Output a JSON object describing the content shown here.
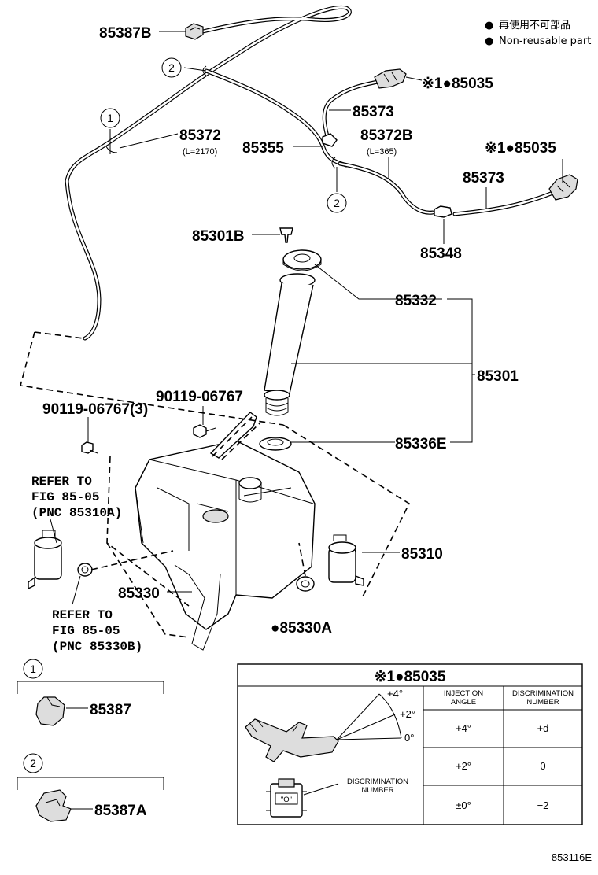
{
  "legend": {
    "bullet_glyph": "●",
    "line1": "再使用不可部品",
    "line2": "Non-reusable part"
  },
  "labels": {
    "p85387B": "85387B",
    "p85035_top": "※1●85035",
    "p85373_top": "85373",
    "p85372": "85372",
    "p85372_len": "(L=2170)",
    "p85355": "85355",
    "p85372B": "85372B",
    "p85372B_len": "(L=365)",
    "p85035_right": "※1●85035",
    "p85373_right": "85373",
    "p85348": "85348",
    "p85301B": "85301B",
    "p85332": "85332",
    "p85301": "85301",
    "p90119_single": "90119-06767",
    "p90119_triple": "90119-06767(3)",
    "p85336E": "85336E",
    "p85310": "85310",
    "p85330": "85330",
    "p85330A": "●85330A",
    "ref_a_line1": "REFER TO",
    "ref_a_line2": "FIG 85-05",
    "ref_a_line3": "(PNC 85310A)",
    "ref_b_line1": "REFER TO",
    "ref_b_line2": "FIG 85-05",
    "ref_b_line3": "(PNC 85330B)",
    "detail1_part": "85387",
    "detail2_part": "85387A",
    "figure_code": "853116E"
  },
  "callouts": {
    "c1": "1",
    "c2": "2"
  },
  "table": {
    "title": "※1●85035",
    "angles": [
      "+4°",
      "+2°",
      "0°"
    ],
    "disc_label_line1": "DISCRIMINATION",
    "disc_label_line2": "NUMBER",
    "headers": [
      {
        "line1": "INJECTION",
        "line2": "ANGLE"
      },
      {
        "line1": "DISCRIMINATION",
        "line2": "NUMBER"
      }
    ],
    "connector_mark": "\"O\"",
    "rows": [
      {
        "angle": "+4°",
        "number": "+d"
      },
      {
        "angle": "+2°",
        "number": "0"
      },
      {
        "angle": "±0°",
        "number": "−2"
      }
    ]
  }
}
